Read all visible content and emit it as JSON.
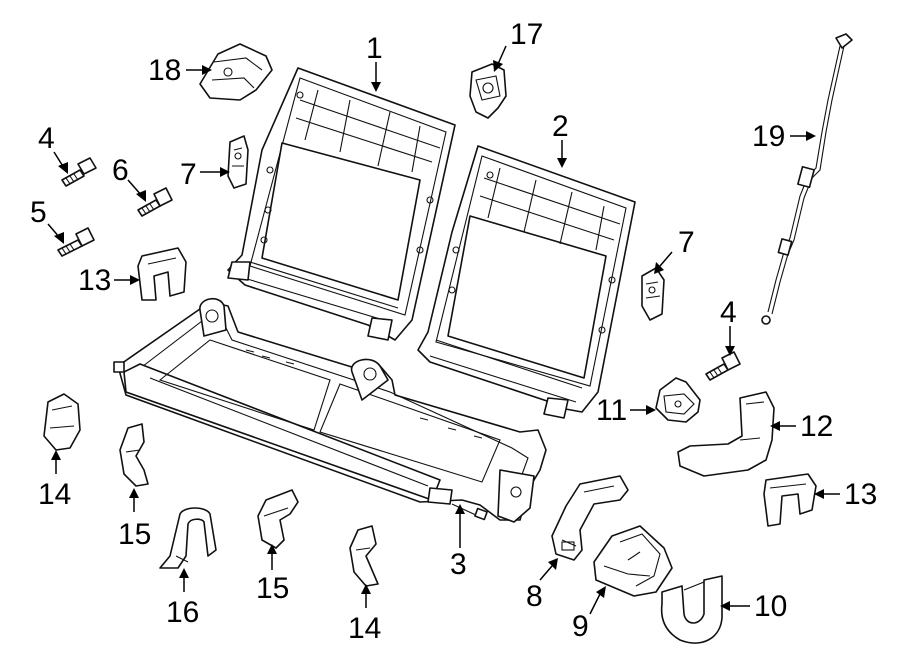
{
  "diagram": {
    "callouts": {
      "c1": "1",
      "c2": "2",
      "c3": "3",
      "c4a": "4",
      "c4b": "4",
      "c5": "5",
      "c6": "6",
      "c7a": "7",
      "c7b": "7",
      "c8": "8",
      "c9": "9",
      "c10": "10",
      "c11": "11",
      "c12": "12",
      "c13a": "13",
      "c13b": "13",
      "c14a": "14",
      "c14b": "14",
      "c15a": "15",
      "c15b": "15",
      "c16": "16",
      "c17": "17",
      "c18": "18",
      "c19": "19"
    }
  }
}
